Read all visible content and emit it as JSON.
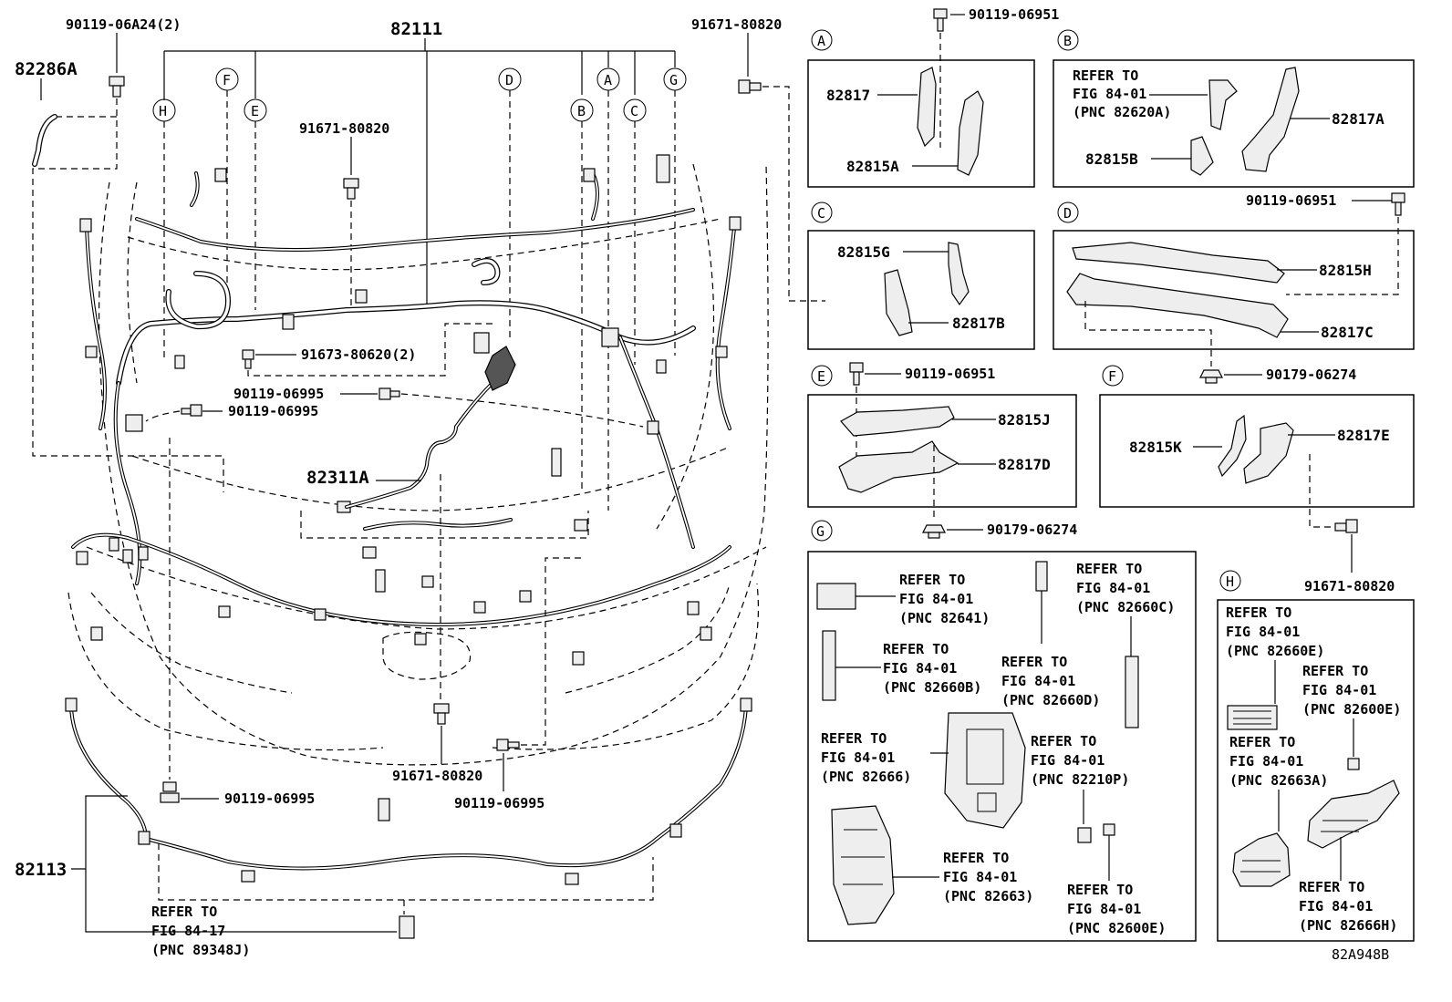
{
  "figure_id": "82A948B",
  "main_parts": {
    "p82111": "82111",
    "p82286A": "82286A",
    "p82113": "82113",
    "p82311A": "82311A"
  },
  "fasteners": {
    "f_90119_06A24": "90119-06A24(2)",
    "f_91671_top": "91671-80820",
    "f_91671_mid": "91671-80820",
    "f_91673": "91673-80620(2)",
    "f_90119_06995_a": "90119-06995",
    "f_90119_06995_b": "90119-06995",
    "f_91671_bottom": "91671-80820",
    "f_90119_06995_c": "90119-06995",
    "f_90119_06995_d": "90119-06995"
  },
  "main_callouts": [
    "H",
    "F",
    "E",
    "D",
    "B",
    "A",
    "C",
    "G"
  ],
  "bottom_ref": {
    "l1": "REFER TO",
    "l2": "FIG 84-17",
    "l3": "(PNC 89348J)"
  },
  "boxes": {
    "A": {
      "letter": "A",
      "top_fastener": "90119-06951",
      "parts": [
        "82817",
        "82815A"
      ]
    },
    "B": {
      "letter": "B",
      "ref1": "REFER TO",
      "ref2": "FIG 84-01",
      "ref3": "(PNC 82620A)",
      "parts": [
        "82817A",
        "82815B"
      ],
      "fastener": "90119-06951"
    },
    "C": {
      "letter": "C",
      "parts": [
        "82815G",
        "82817B"
      ]
    },
    "D": {
      "letter": "D",
      "parts": [
        "82815H",
        "82817C"
      ],
      "fastener": "90179-06274"
    },
    "E": {
      "letter": "E",
      "top_fastener": "90119-06951",
      "parts": [
        "82815J",
        "82817D"
      ],
      "fastener": "90179-06274"
    },
    "F": {
      "letter": "F",
      "parts": [
        "82815K",
        "82817E"
      ],
      "fastener": "91671-80820"
    },
    "G": {
      "letter": "G",
      "refs": [
        {
          "l1": "REFER TO",
          "l2": "FIG 84-01",
          "l3": "(PNC 82641)"
        },
        {
          "l1": "REFER TO",
          "l2": "FIG 84-01",
          "l3": "(PNC 82660C)"
        },
        {
          "l1": "REFER TO",
          "l2": "FIG 84-01",
          "l3": "(PNC 82660B)"
        },
        {
          "l1": "REFER TO",
          "l2": "FIG 84-01",
          "l3": "(PNC 82660D)"
        },
        {
          "l1": "REFER TO",
          "l2": "FIG 84-01",
          "l3": "(PNC 82666)"
        },
        {
          "l1": "REFER TO",
          "l2": "FIG 84-01",
          "l3": "(PNC 82210P)"
        },
        {
          "l1": "REFER TO",
          "l2": "FIG 84-01",
          "l3": "(PNC 82663)"
        },
        {
          "l1": "REFER TO",
          "l2": "FIG 84-01",
          "l3": "(PNC 82600E)"
        }
      ]
    },
    "H": {
      "letter": "H",
      "refs": [
        {
          "l1": "REFER TO",
          "l2": "FIG 84-01",
          "l3": "(PNC 82660E)"
        },
        {
          "l1": "REFER TO",
          "l2": "FIG 84-01",
          "l3": "(PNC 82600E)"
        },
        {
          "l1": "REFER TO",
          "l2": "FIG 84-01",
          "l3": "(PNC 82663A)"
        },
        {
          "l1": "REFER TO",
          "l2": "FIG 84-01",
          "l3": "(PNC 82666H)"
        }
      ]
    }
  }
}
